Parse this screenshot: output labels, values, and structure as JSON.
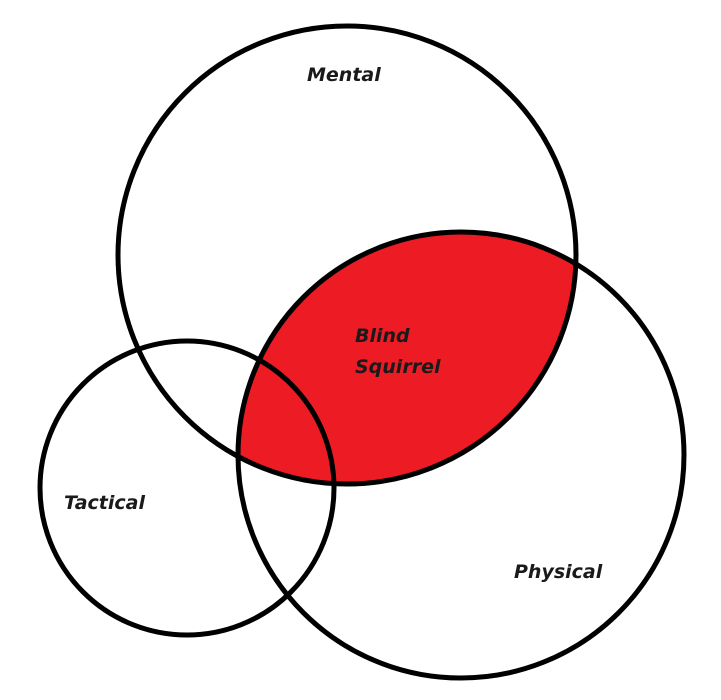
{
  "diagram": {
    "type": "venn",
    "sets": {
      "mental": "Mental",
      "tactical": "Tactical",
      "physical": "Physical"
    },
    "highlight": {
      "line1": "Blind",
      "line2": "Squirrel",
      "color": "#ed1c24"
    },
    "outline_color": "#000000",
    "label_color": "#1a1a1a"
  }
}
